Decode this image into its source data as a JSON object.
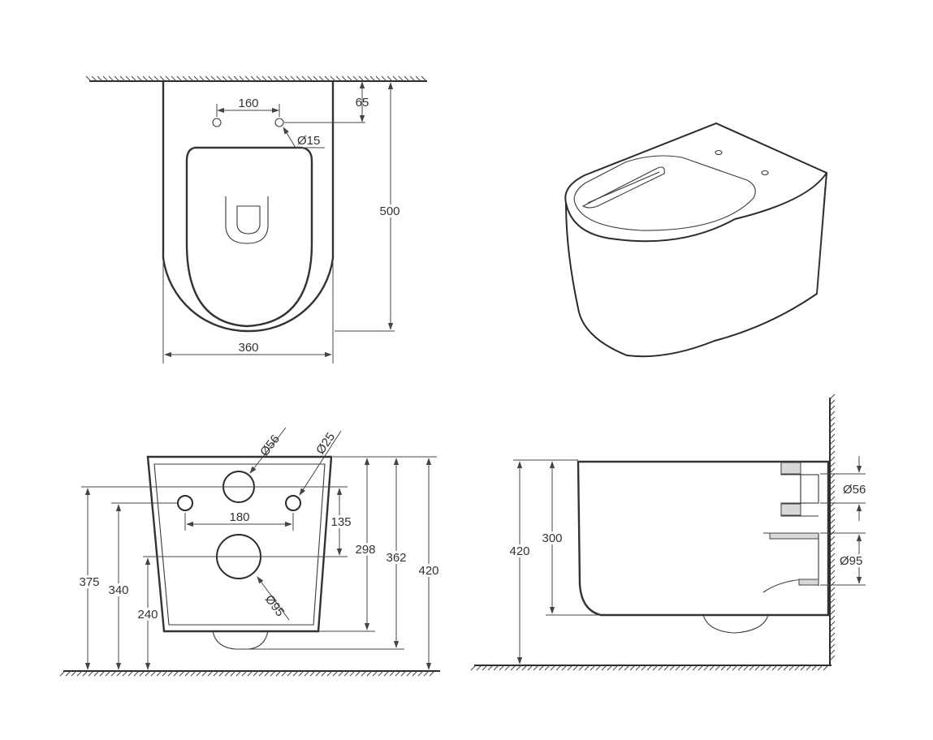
{
  "labels": {
    "top_160": "160",
    "top_65": "65",
    "top_d15": "Ø15",
    "top_500": "500",
    "top_360": "360",
    "front_d56": "Ø56",
    "front_d25": "Ø25",
    "front_180": "180",
    "front_135": "135",
    "front_298": "298",
    "front_362": "362",
    "front_420": "420",
    "front_375": "375",
    "front_340": "340",
    "front_240": "240",
    "front_d95": "Ø95",
    "side_420": "420",
    "side_300": "300",
    "side_d56": "Ø56",
    "side_d95": "Ø95"
  },
  "colors": {
    "line": "#333333",
    "background": "#ffffff"
  }
}
